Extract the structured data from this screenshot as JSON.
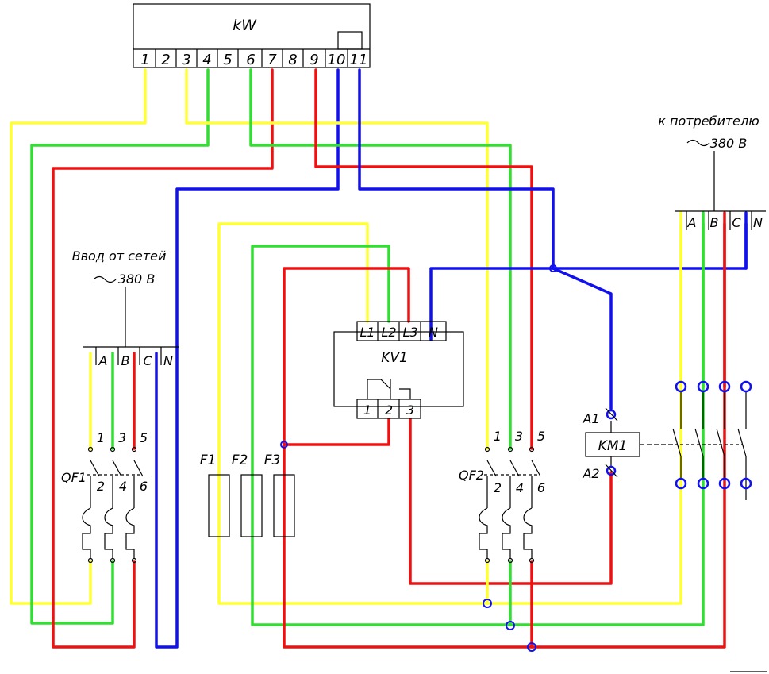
{
  "colors": {
    "yellow": "#ffff33",
    "green": "#33dd33",
    "red": "#ee1111",
    "blue": "#1111ee",
    "black": "#000000"
  },
  "meter": {
    "title": "kW",
    "terminals": [
      "1",
      "2",
      "3",
      "4",
      "5",
      "6",
      "7",
      "8",
      "9",
      "10",
      "11"
    ]
  },
  "input": {
    "caption": "Ввод от сетей",
    "voltage": "380 В",
    "phases": [
      "A",
      "B",
      "C",
      "N"
    ]
  },
  "output": {
    "caption": "к потребителю",
    "voltage": "380 В",
    "phases": [
      "A",
      "B",
      "C",
      "N"
    ]
  },
  "qf1": {
    "name": "QF1",
    "top_pins": [
      "1",
      "3",
      "5"
    ],
    "bottom_pins": [
      "2",
      "4",
      "6"
    ]
  },
  "qf2": {
    "name": "QF2",
    "top_pins": [
      "1",
      "3",
      "5"
    ],
    "bottom_pins": [
      "2",
      "4",
      "6"
    ]
  },
  "fuses": [
    "F1",
    "F2",
    "F3"
  ],
  "relay": {
    "name": "KV1",
    "inputs": [
      "L1",
      "L2",
      "L3",
      "N"
    ],
    "contacts": [
      "1",
      "2",
      "3"
    ]
  },
  "contactor": {
    "name": "KM1",
    "coil_a1": "A1",
    "coil_a2": "A2"
  }
}
